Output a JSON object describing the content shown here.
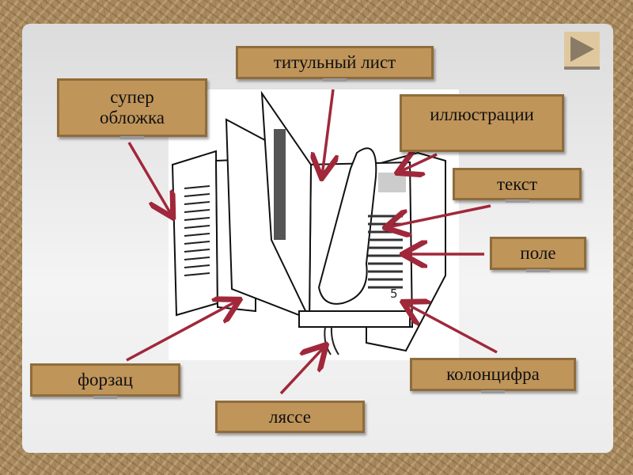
{
  "labels": {
    "title_page": "титульный лист",
    "dust_jacket_line1": "супер",
    "dust_jacket_line2": "обложка",
    "illustrations": "иллюстрации",
    "text": "текст",
    "margin": "поле",
    "endpaper": "форзац",
    "bookmark_ribbon": "ляссе",
    "page_number_label": "колонцифра"
  },
  "illustration": {
    "page_number": "5"
  },
  "colors": {
    "label_bg": "#c0955a",
    "arrow": "#a0283a"
  },
  "nav": {
    "next_icon": "play-triangle-icon"
  }
}
